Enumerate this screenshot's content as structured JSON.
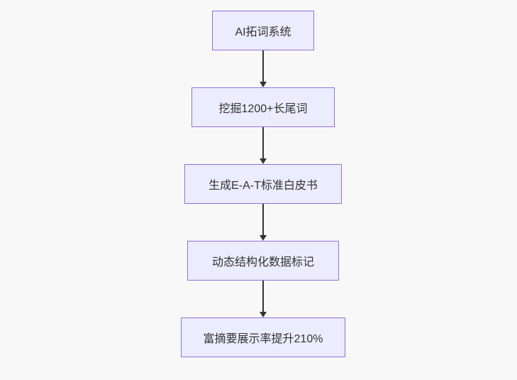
{
  "flowchart": {
    "type": "flowchart",
    "direction": "top-down",
    "nodes": [
      {
        "label": "AI拓词系统"
      },
      {
        "label": "挖掘1200+长尾词"
      },
      {
        "label": "生成E-A-T标准白皮书"
      },
      {
        "label": "动态结构化数据标记"
      },
      {
        "label": "富摘要展示率提升210%"
      }
    ],
    "edges": [
      {
        "from": 0,
        "to": 1
      },
      {
        "from": 1,
        "to": 2
      },
      {
        "from": 2,
        "to": 3
      },
      {
        "from": 3,
        "to": 4
      }
    ],
    "colors": {
      "node_fill": "#ECECFF",
      "node_border": "#9370DB",
      "edge": "#333333",
      "text": "#333333",
      "canvas_background": "#f8f8f8"
    }
  }
}
